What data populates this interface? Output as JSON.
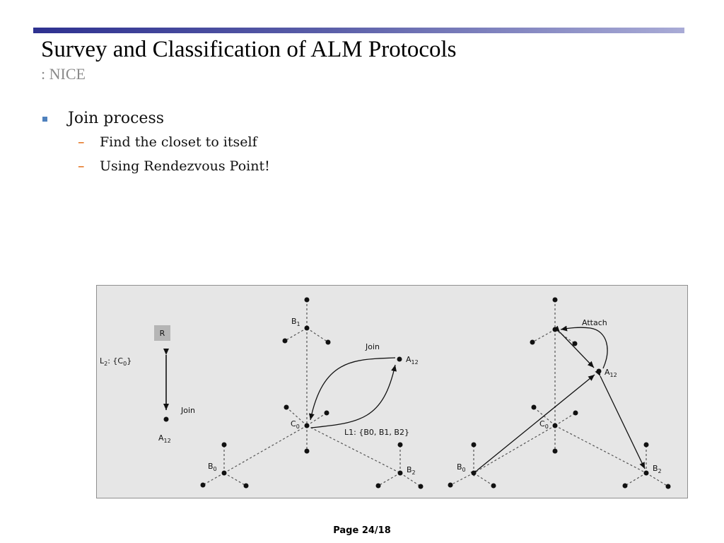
{
  "slide": {
    "title": "Survey and Classification of ALM Protocols",
    "subtitle": ": NICE",
    "bullet": "Join process",
    "subbullets": [
      "Find the closet to itself",
      "Using Rendezvous Point!"
    ],
    "page": "Page 24/18"
  },
  "figure": {
    "left": {
      "rendezvous": "R",
      "layer_label": {
        "main": "L",
        "sub": "2",
        "rest": ": {C",
        "sub2": "0",
        "end": "}"
      },
      "join": "Join",
      "node": {
        "main": "A",
        "sub": "12"
      }
    },
    "middle": {
      "b1": {
        "main": "B",
        "sub": "1"
      },
      "a12": {
        "main": "A",
        "sub": "12"
      },
      "join": "Join",
      "c0": {
        "main": "C",
        "sub": "0"
      },
      "layer_list": "L1: {B0, B1, B2}",
      "b0": {
        "main": "B",
        "sub": "0"
      },
      "b2": {
        "main": "B",
        "sub": "2"
      }
    },
    "right": {
      "attach": "Attach",
      "a12": {
        "main": "A",
        "sub": "12"
      },
      "c0": {
        "main": "C",
        "sub": "0"
      },
      "b0": {
        "main": "B",
        "sub": "0"
      },
      "b2": {
        "main": "B",
        "sub": "2"
      }
    }
  }
}
